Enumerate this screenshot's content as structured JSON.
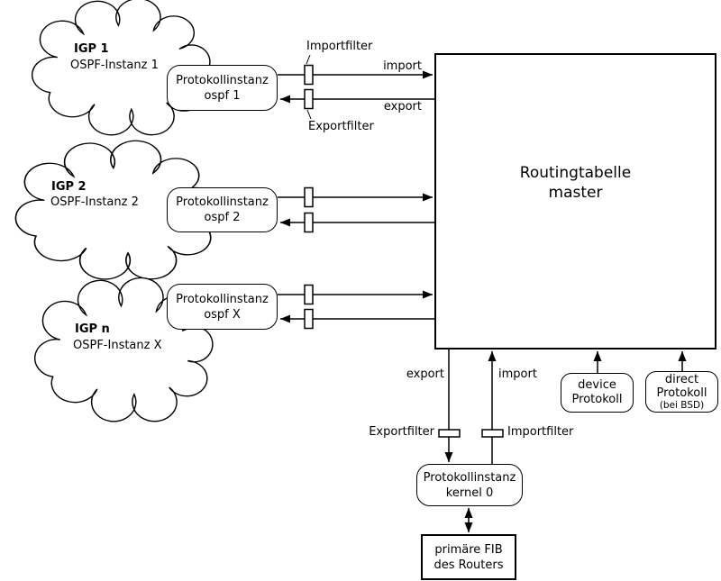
{
  "colors": {
    "stroke": "#000000",
    "background": "#ffffff",
    "text": "#000000"
  },
  "clouds": [
    {
      "name": "IGP 1",
      "subtitle": "OSPF-Instanz 1"
    },
    {
      "name": "IGP 2",
      "subtitle": "OSPF-Instanz 2"
    },
    {
      "name": "IGP n",
      "subtitle": "OSPF-Instanz X"
    }
  ],
  "protocol_boxes": [
    {
      "line1": "Protokollinstanz",
      "line2": "ospf 1"
    },
    {
      "line1": "Protokollinstanz",
      "line2": "ospf 2"
    },
    {
      "line1": "Protokollinstanz",
      "line2": "ospf X"
    }
  ],
  "master_box": {
    "line1": "Routingtabelle",
    "line2": "master"
  },
  "top_filters": {
    "import": "Importfilter",
    "export": "Exportfilter"
  },
  "top_arrows": {
    "import": "import",
    "export": "export"
  },
  "bottom": {
    "export_arrow": "export",
    "import_arrow": "import",
    "export_filter": "Exportfilter",
    "import_filter": "Importfilter"
  },
  "device_box": {
    "line1": "device",
    "line2": "Protokoll"
  },
  "direct_box": {
    "line1": "direct",
    "line2": "Protokoll",
    "line3": "(bei BSD)"
  },
  "kernel_box": {
    "line1": "Protokollinstanz",
    "line2": "kernel 0"
  },
  "fib_box": {
    "line1": "primäre FIB",
    "line2": "des Routers"
  }
}
